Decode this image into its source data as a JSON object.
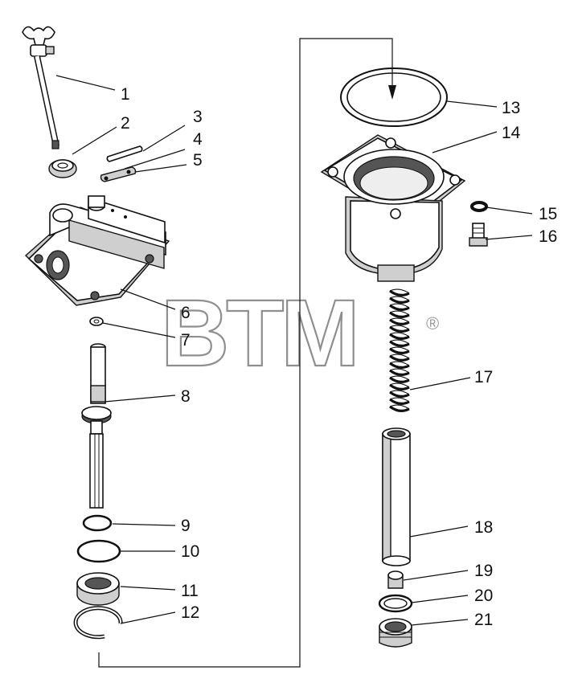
{
  "watermark": {
    "text": "BTM",
    "mark": "®"
  },
  "callouts": [
    {
      "id": "callout-1",
      "text": "1"
    },
    {
      "id": "callout-2",
      "text": "2"
    },
    {
      "id": "callout-3",
      "text": "3"
    },
    {
      "id": "callout-4",
      "text": "4"
    },
    {
      "id": "callout-5",
      "text": "5"
    },
    {
      "id": "callout-6",
      "text": "6"
    },
    {
      "id": "callout-7",
      "text": "7"
    },
    {
      "id": "callout-8",
      "text": "8"
    },
    {
      "id": "callout-9",
      "text": "9"
    },
    {
      "id": "callout-10",
      "text": "10"
    },
    {
      "id": "callout-11",
      "text": "11"
    },
    {
      "id": "callout-12",
      "text": "12"
    },
    {
      "id": "callout-13",
      "text": "13"
    },
    {
      "id": "callout-14",
      "text": "14"
    },
    {
      "id": "callout-15",
      "text": "15"
    },
    {
      "id": "callout-16",
      "text": "16"
    },
    {
      "id": "callout-17",
      "text": "17"
    },
    {
      "id": "callout-18",
      "text": "18"
    },
    {
      "id": "callout-19",
      "text": "19"
    },
    {
      "id": "callout-20",
      "text": "20"
    },
    {
      "id": "callout-21",
      "text": "21"
    }
  ]
}
